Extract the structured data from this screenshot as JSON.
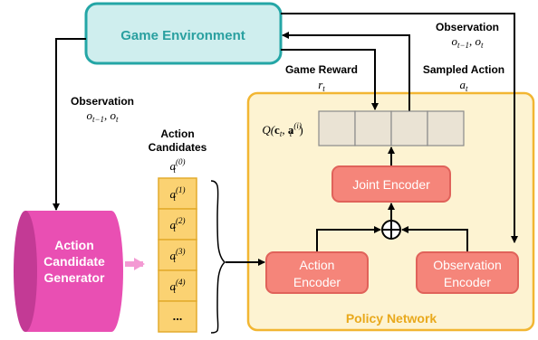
{
  "nodes": {
    "game_environment": "Game Environment",
    "candidate_generator": [
      "Action",
      "Candidate",
      "Generator"
    ],
    "joint_encoder": "Joint Encoder",
    "action_encoder": [
      "Action",
      "Encoder"
    ],
    "observation_encoder": [
      "Observation",
      "Encoder"
    ],
    "policy_network": "Policy Network"
  },
  "labels": {
    "observation_left_title": "Observation",
    "observation_right_title": "Observation",
    "game_reward_title": "Game Reward",
    "sampled_action_title": "Sampled Action",
    "action_candidates": [
      "Action",
      "Candidates"
    ],
    "q_base": "Q(",
    "q_c": "c",
    "q_t": "t",
    "q_comma": ", ",
    "q_a": "a",
    "q_i": "(i)",
    "q_close": ")",
    "obs_o": "o",
    "obs_sub_prev": "t−1",
    "obs_sep": ", ",
    "obs_sub_t": "t",
    "reward_r": "r",
    "reward_sub": "t",
    "action_a": "a",
    "action_sub": "t",
    "candidate_a": "a",
    "candidate_sub": "t",
    "candidate_sups": [
      "(0)",
      "(1)",
      "(2)",
      "(3)",
      "(4)"
    ],
    "ellipsis": "..."
  },
  "colors": {
    "env_fill": "#cfeeee",
    "env_stroke": "#24a6a6",
    "env_text": "#2aa0a0",
    "policy_fill": "#fdf3d2",
    "policy_stroke": "#f2b632",
    "policy_text": "#e9a91c",
    "encoder_fill": "#f5857a",
    "encoder_stroke": "#e0625a",
    "candidate_fill": "#fbd272",
    "candidate_stroke": "#e3ab2c",
    "generator_fill": "#e94fb3",
    "generator_dark": "#c33a95",
    "arrow": "#000000",
    "qcell_fill": "#eae3d4",
    "qcell_stroke": "#8a8a8a"
  }
}
